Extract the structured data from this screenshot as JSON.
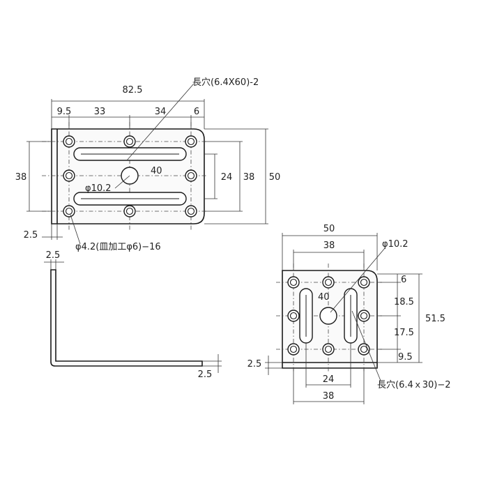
{
  "plan_view": {
    "overall_width": "82.5",
    "hole_pitch_1": "9.5",
    "hole_pitch_2": "33",
    "hole_pitch_3": "34",
    "hole_pitch_4": "6",
    "slot_note": "長穴(6.4X60)-2",
    "left_height": "38",
    "center_hole_label": "40",
    "center_hole_dia": "φ10.2",
    "right_inner": "24",
    "right_mid": "38",
    "right_overall": "50",
    "thickness": "2.5",
    "countersink_note": "φ4.2(皿加工φ6)−16"
  },
  "side_view": {
    "thickness_top": "2.5",
    "thickness_bottom": "2.5"
  },
  "end_view": {
    "overall_width": "50",
    "inner_width": "38",
    "center_hole_dia": "φ10.2",
    "center_hole_label": "40",
    "pitch_top": "6",
    "pitch_2": "18.5",
    "pitch_3": "17.5",
    "pitch_bottom": "9.5",
    "overall_height": "51.5",
    "thickness": "2.5",
    "slot_spacing": "24",
    "bottom_width": "38",
    "slot_note": "長穴(6.4ｘ30)−2"
  }
}
